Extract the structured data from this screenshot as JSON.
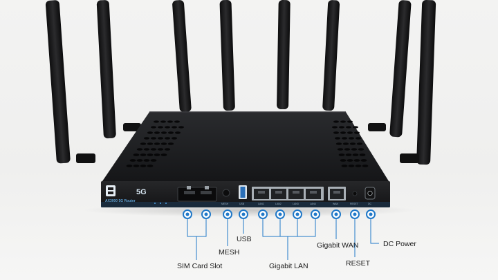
{
  "router": {
    "model_label": "AX3000 5G Router",
    "badge_5g": "5G",
    "port_labels": [
      "MESH",
      "USB",
      "LAN1",
      "LAN2",
      "LAN3",
      "LAN4",
      "WAN",
      "RESET",
      "DC"
    ]
  },
  "callouts": {
    "sim_card_slot": "SIM Card Slot",
    "mesh": "MESH",
    "usb": "USB",
    "gigabit_lan": "Gigabit LAN",
    "gigabit_wan": "Gigabit WAN",
    "reset": "RESET",
    "dc_power": "DC Power"
  },
  "colors": {
    "router_body": "#1c1c1e",
    "front_panel": "#202224",
    "accent_blue": "#3b8fd0",
    "callout_line": "#1f78c8"
  }
}
